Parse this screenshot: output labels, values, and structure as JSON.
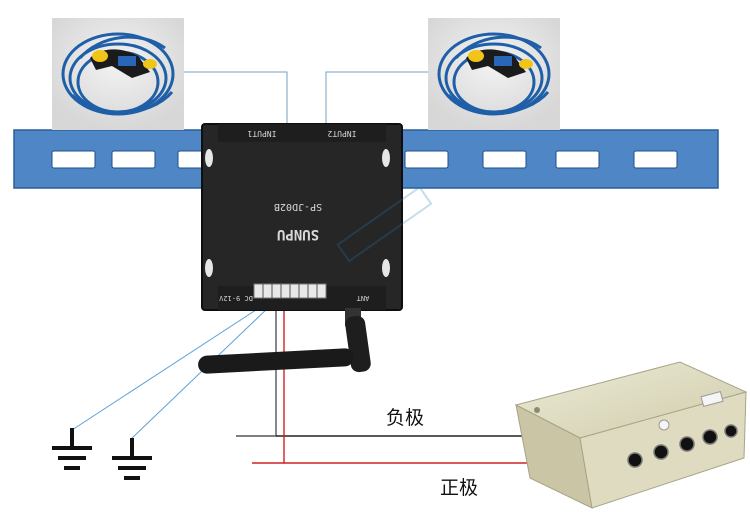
{
  "device": {
    "input1": "INPUT1",
    "input2": "INPUT2",
    "model": "SP-JD02B",
    "brand": "SUNPU",
    "power_label": "DC 9-12V",
    "antenna_label": "ANT"
  },
  "labels": {
    "negative": "负极",
    "positive": "正极"
  },
  "colors": {
    "rail": "#4f86c6",
    "device": "#262626",
    "psu": "#d9d5b5",
    "negative_wire": "#222222",
    "positive_wire": "#d22222",
    "signal_wire": "#5aa0d8"
  },
  "icons": [
    "wrist-strap-icon",
    "wrist-strap-icon",
    "ground-icon",
    "ground-icon",
    "antenna-icon",
    "power-supply-icon"
  ]
}
